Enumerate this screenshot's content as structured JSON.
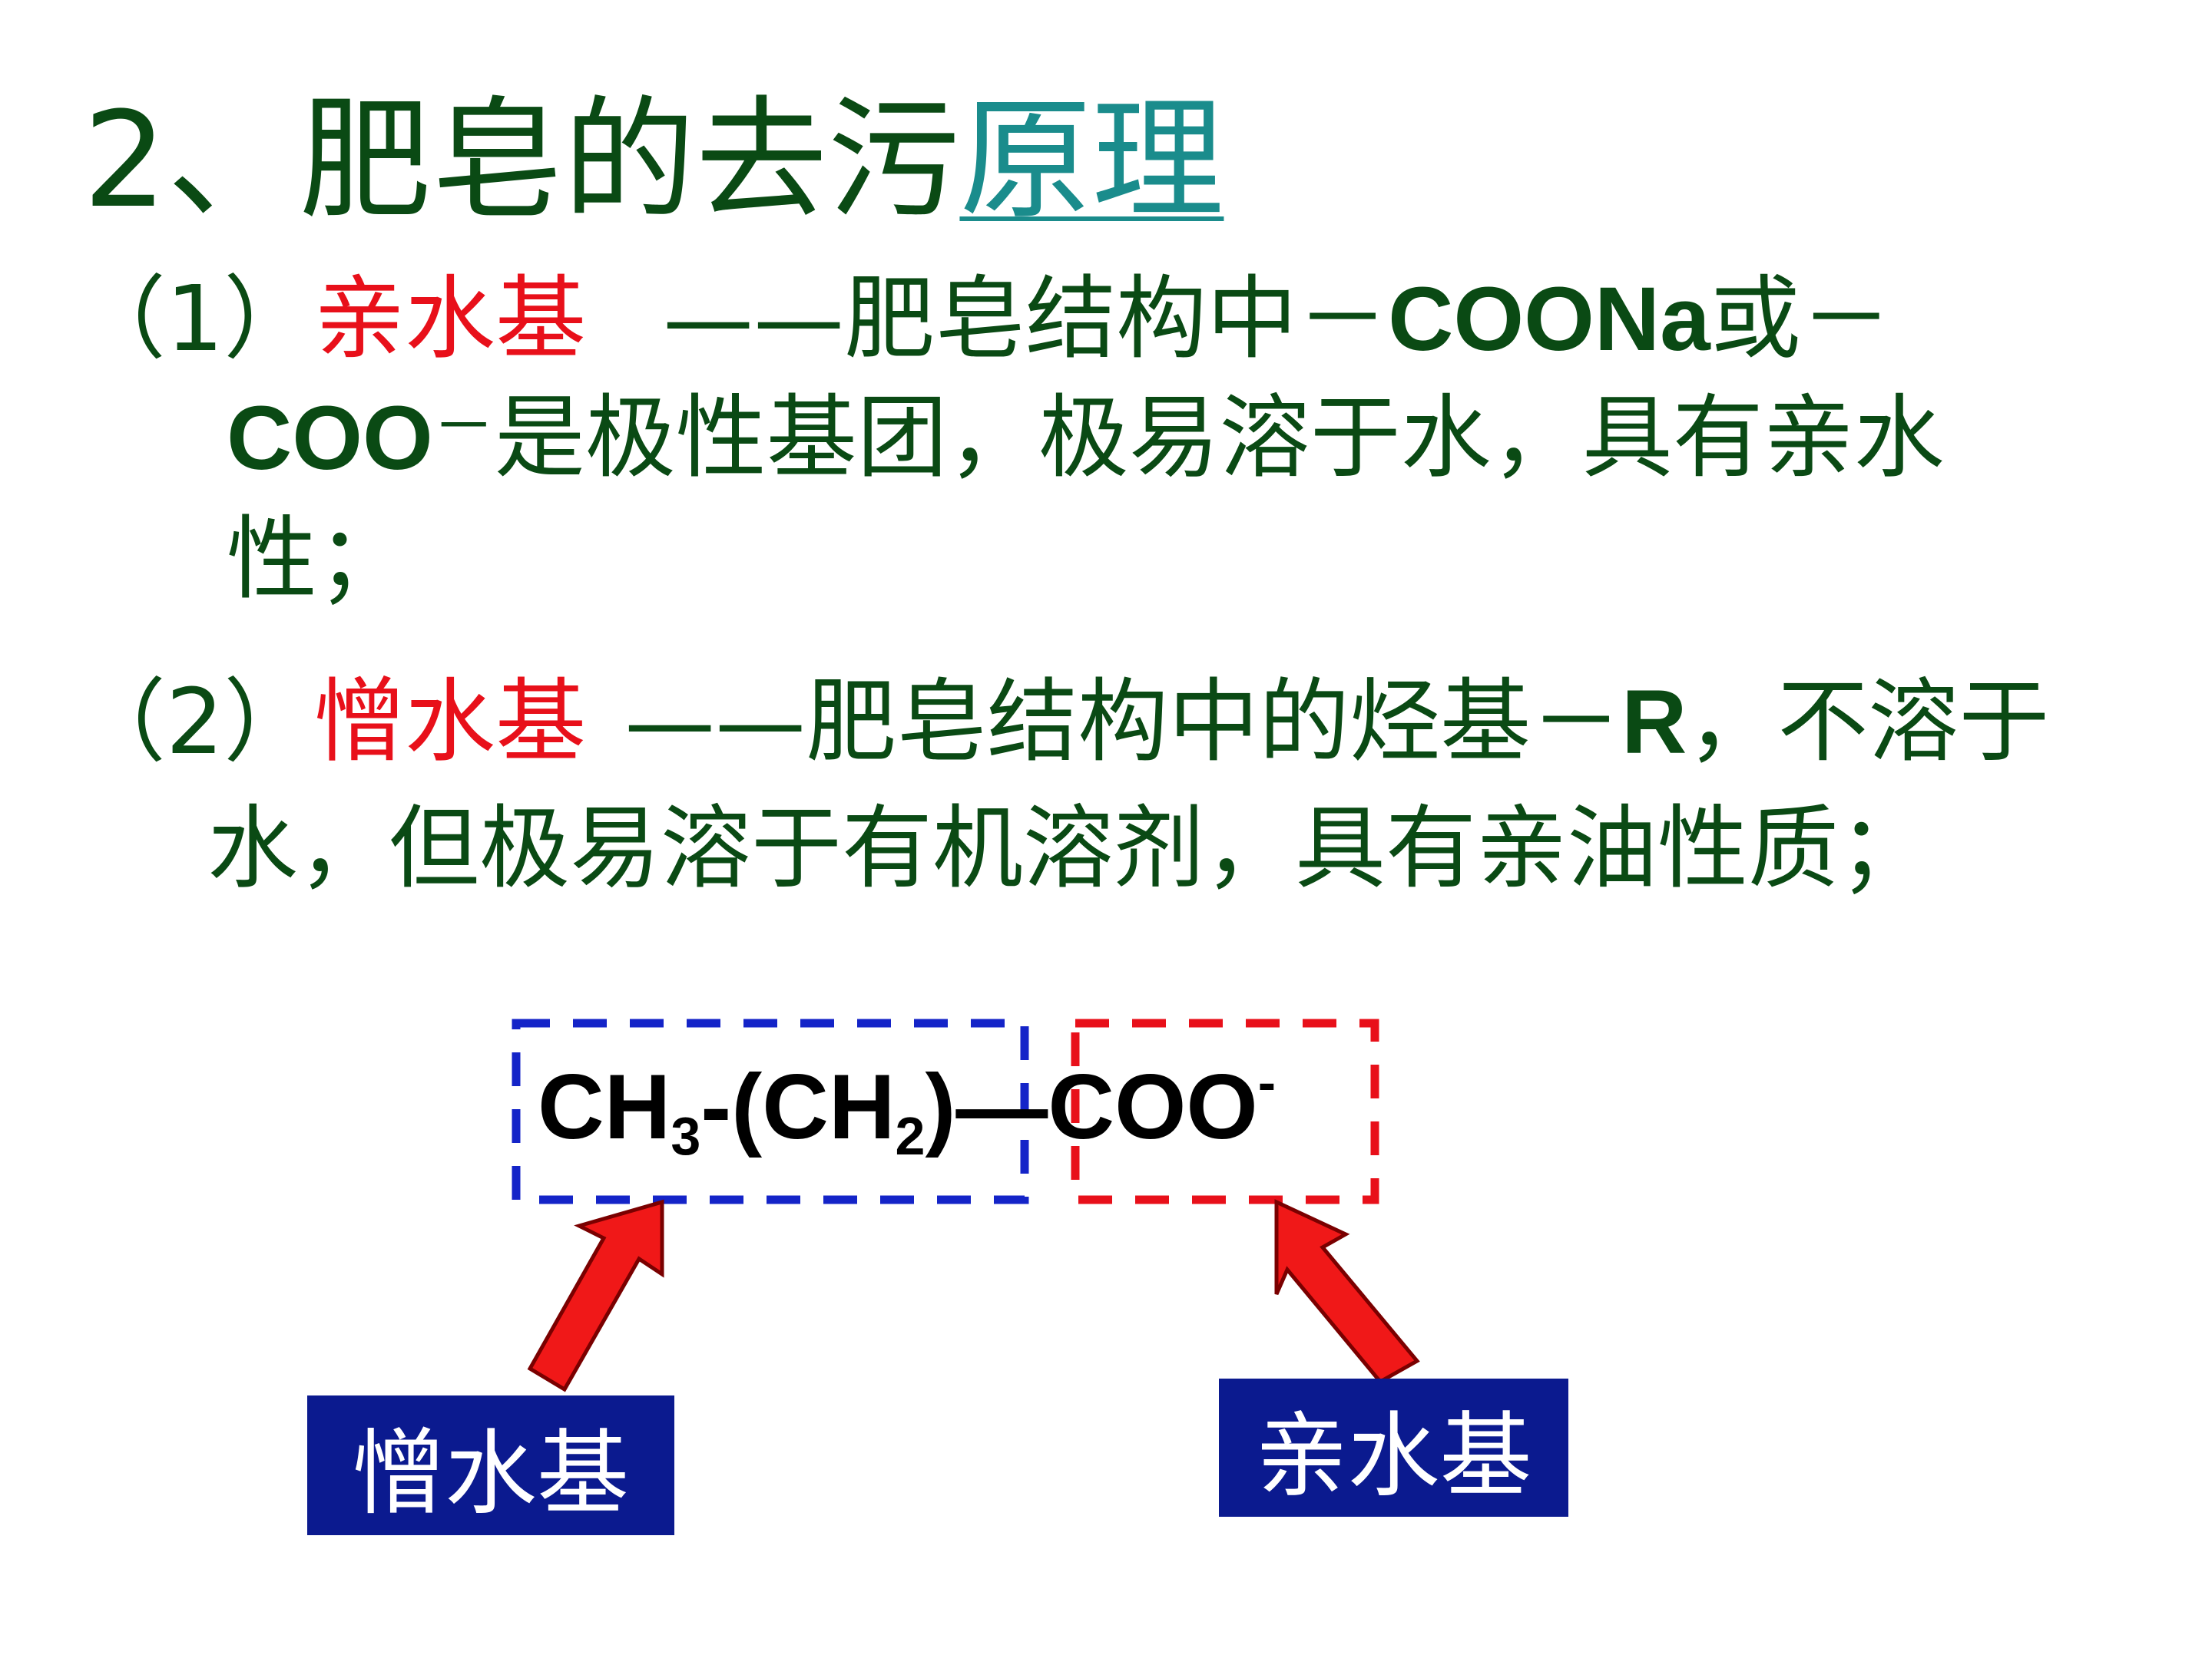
{
  "title": {
    "prefix": "2、肥皂的去污",
    "link": "原理"
  },
  "point1": {
    "num": "（1）",
    "term": "亲水基",
    "line1_rest": "——肥皂结构中－",
    "line1_chem": "COONa",
    "line1_tail": "或－",
    "line2_chem": "COO",
    "line2_sup": "－",
    "line2_rest": "是极性基团，极易溶于水，具有亲水",
    "line3": "性；"
  },
  "point2": {
    "num": "（2）",
    "term": "憎水基",
    "line1_rest": "——肥皂结构中的烃基－",
    "line1_chem": "R",
    "line1_tail": "，不溶于",
    "line2": "水，但极易溶于有机溶剂，具有亲油性质；"
  },
  "formula": {
    "part1": "CH",
    "sub1": "3",
    "part2": "-(CH",
    "sub2": "2",
    "part3": ")",
    "dash": "—",
    "part4": "COO",
    "sup": "-"
  },
  "labels": {
    "hydrophobic": "憎水基",
    "hydrophilic": "亲水基"
  },
  "colors": {
    "text": "#0a4a14",
    "accent_red": "#e8101a",
    "link": "#1a8c8c",
    "label_bg": "#0b1a8f",
    "box_blue": "#1424c8",
    "box_red": "#e8101a"
  }
}
